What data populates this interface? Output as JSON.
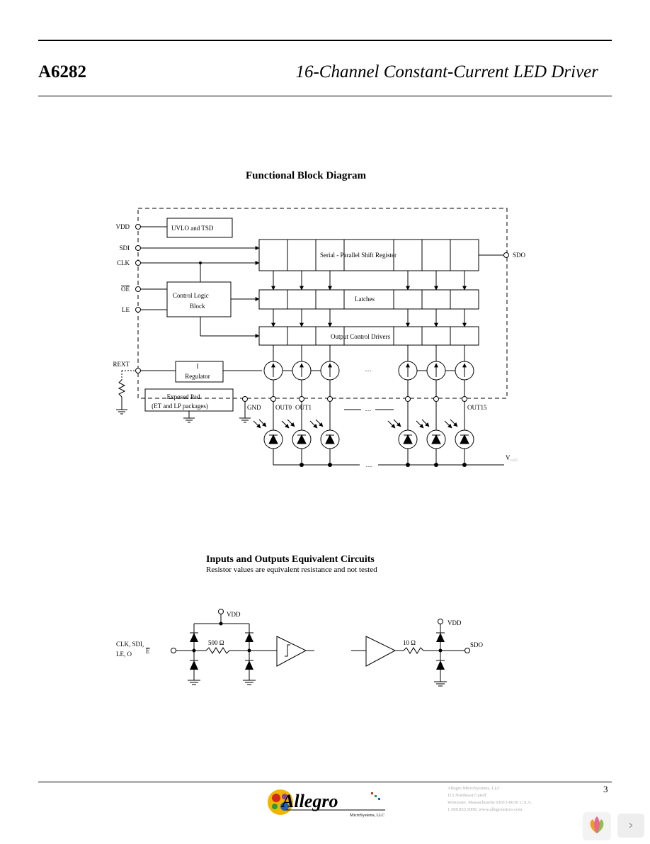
{
  "header": {
    "part": "A6282",
    "title": "16-Channel Constant-Current LED Driver"
  },
  "block_diagram": {
    "title": "Functional Block Diagram",
    "pins": {
      "vdd": "VDD",
      "sdi": "SDI",
      "clk": "CLK",
      "oe": "OE",
      "le": "LE",
      "rext": "REXT",
      "sdo": "SDO",
      "gnd": "GND"
    },
    "blocks": {
      "uvlo": "UVLO and TSD",
      "control_line1": "Control Logic",
      "control_line2": "Block",
      "shift_register": "Serial - Parallel Shift Register",
      "latches": "Latches",
      "drivers": "Output Control Drivers",
      "reg_line1": "I",
      "reg_line2": "Regulator",
      "pad_line1": "Exposed Pad",
      "pad_line2": "(ET and LP packages)"
    },
    "outputs": {
      "out0": "OUT0",
      "out1": "OUT1",
      "out15": "OUT15"
    },
    "ellipsis": "…",
    "vled_main": "V",
    "vled_sub": "LED"
  },
  "equivalent_circuits": {
    "title": "Inputs and Outputs Equivalent Circuits",
    "subtitle": "Resistor values are equivalent resistance and not tested",
    "input_label_line1": "CLK, SDI,",
    "input_label_line2": "LE, O",
    "input_label_over": "E",
    "input_vdd": "VDD",
    "input_resistor": "500 Ω",
    "output_vdd": "VDD",
    "output_resistor": "10 Ω",
    "output_pin": "SDO"
  },
  "footer": {
    "page_number": "3",
    "address_lines": [
      "Allegro MicroSystems, LLC",
      "115 Northeast Cutoff",
      "Worcester, Massachusetts 01615-0036 U.S.A.",
      "1.508.853.5000; www.allegromicro.com"
    ],
    "logo_text": "Allegro",
    "logo_sub": "MicroSystems, LLC"
  },
  "nav": {
    "next_label": "›"
  }
}
